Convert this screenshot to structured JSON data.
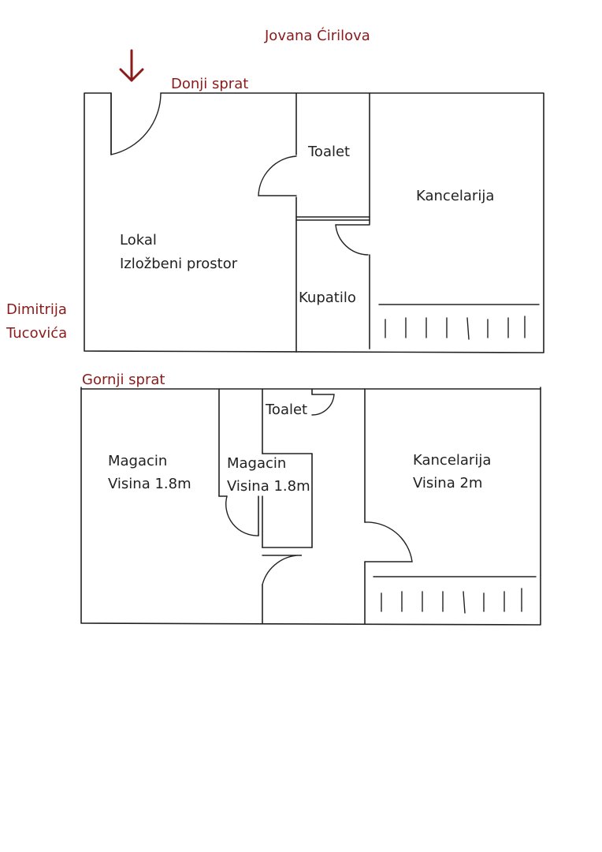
{
  "streets": {
    "top": "Jovana Ćirilova",
    "left_line1": "Dimitrija",
    "left_line2": "Tucovića"
  },
  "floors": {
    "ground": {
      "title": "Donji sprat",
      "rooms": {
        "lokal_line1": "Lokal",
        "lokal_line2": "Izložbeni prostor",
        "toalet": "Toalet",
        "kupatilo": "Kupatilo",
        "kancelarija": "Kancelarija"
      }
    },
    "upper": {
      "title": "Gornji sprat",
      "rooms": {
        "magacin1_line1": "Magacin",
        "magacin1_line2": "Visina 1.8m",
        "magacin2_line1": "Magacin",
        "magacin2_line2": "Visina 1.8m",
        "toalet": "Toalet",
        "kancelarija_line1": "Kancelarija",
        "kancelarija_line2": "Visina 2m"
      }
    }
  },
  "colors": {
    "accent": "#8b1a1a",
    "line": "#222222"
  },
  "icons": {
    "entrance": "entrance-arrow-icon"
  }
}
